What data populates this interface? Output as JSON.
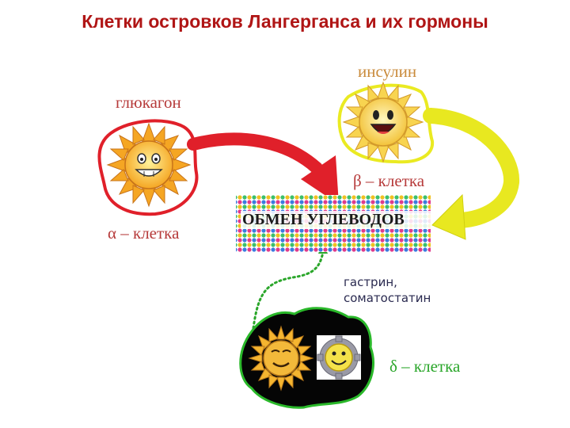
{
  "title": "Клетки островков Лангерганса и их гормоны",
  "labels": {
    "insulin": "инсулин",
    "glucagon": "глюкагон",
    "beta_cell": "β – клетка",
    "alpha_cell": "α – клетка",
    "delta_cell": "δ – клетка",
    "gastrin": "гастрин,",
    "somatostatin": "соматостатин",
    "metabolism": "ОБМЕН УГЛЕВОДОВ"
  },
  "colors": {
    "title": "#b01515",
    "red_arrow": "#e0202a",
    "yellow_arrow": "#e8e820",
    "green_dotted": "#2aa62a",
    "sun": "#f5a623"
  },
  "icons": {
    "alpha_sun": "smiling-sun-icon",
    "beta_sun": "laughing-sun-icon",
    "delta_sun": "dark-sun-icon",
    "delta_gear": "gear-smiley-icon"
  }
}
